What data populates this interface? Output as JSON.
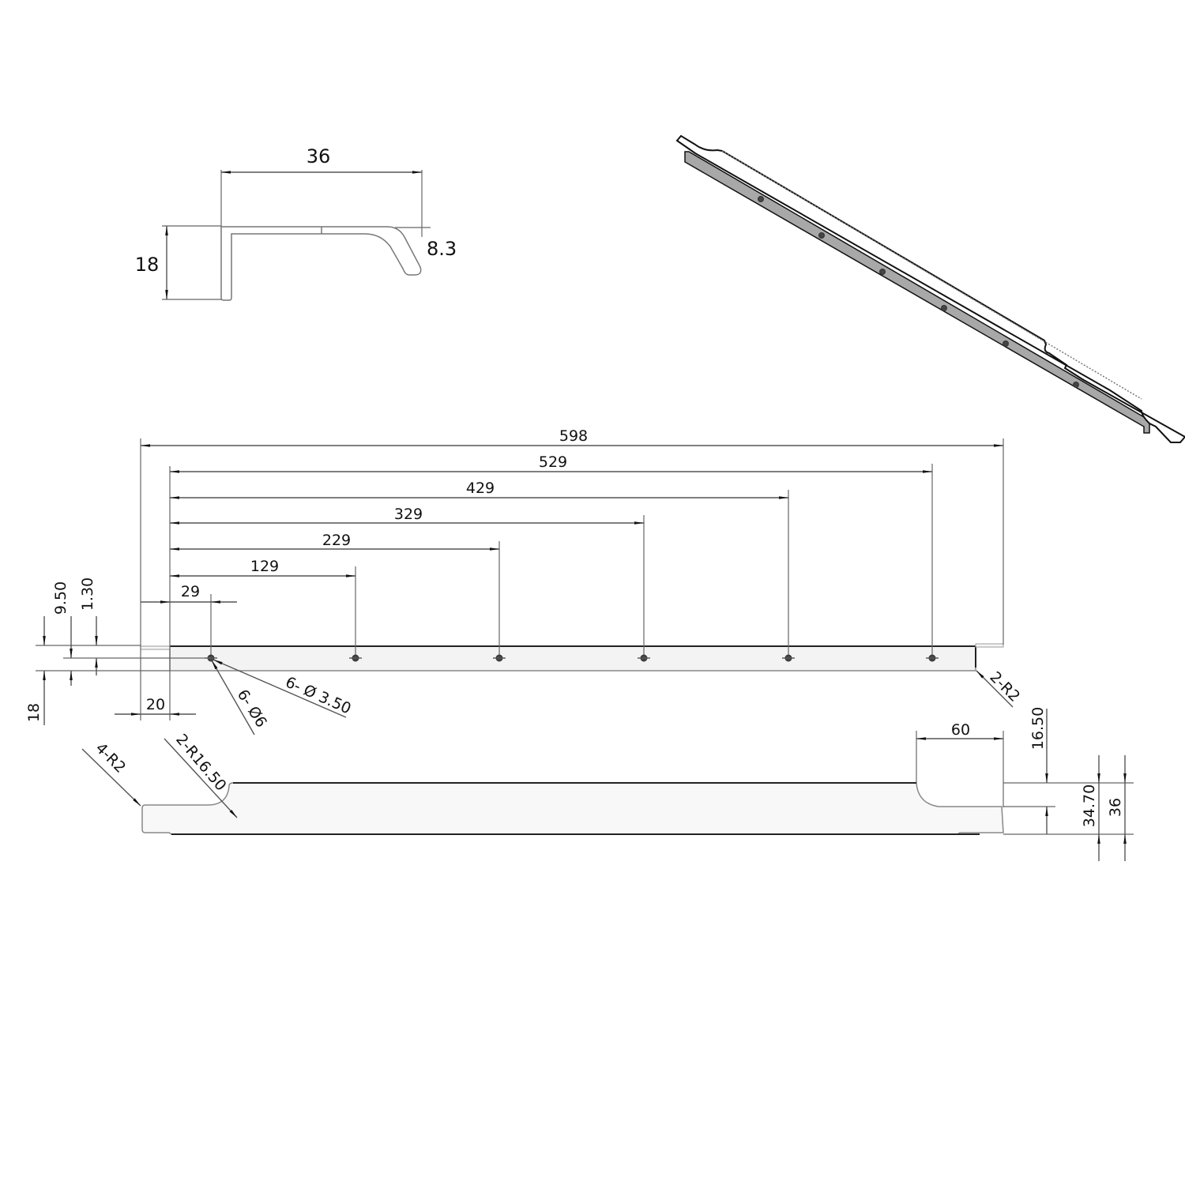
{
  "profile_view": {
    "width_label": "36",
    "height_label": "18",
    "lip_label": "8.3"
  },
  "isometric_view": {
    "hole_count": 6,
    "face_color": "#a8a8a8"
  },
  "top_view": {
    "overall_length": "598",
    "hole_positions": [
      "29",
      "129",
      "229",
      "329",
      "429",
      "529"
    ],
    "edge_offset": "20",
    "vertical_dims": {
      "total_height": "18",
      "hole_center": "9.50",
      "lip": "1.30"
    },
    "hole_callouts": {
      "countersink": "6- Ø 3.50",
      "counterbore": "6- Ø6"
    },
    "corner_radius": "2-R2"
  },
  "front_view": {
    "corner_radius": "4-R2",
    "cutout_radius": "2-R16.50",
    "cutout_length": "60",
    "cutout_depth": "16.50",
    "inner_height": "34.70",
    "total_height": "36"
  }
}
